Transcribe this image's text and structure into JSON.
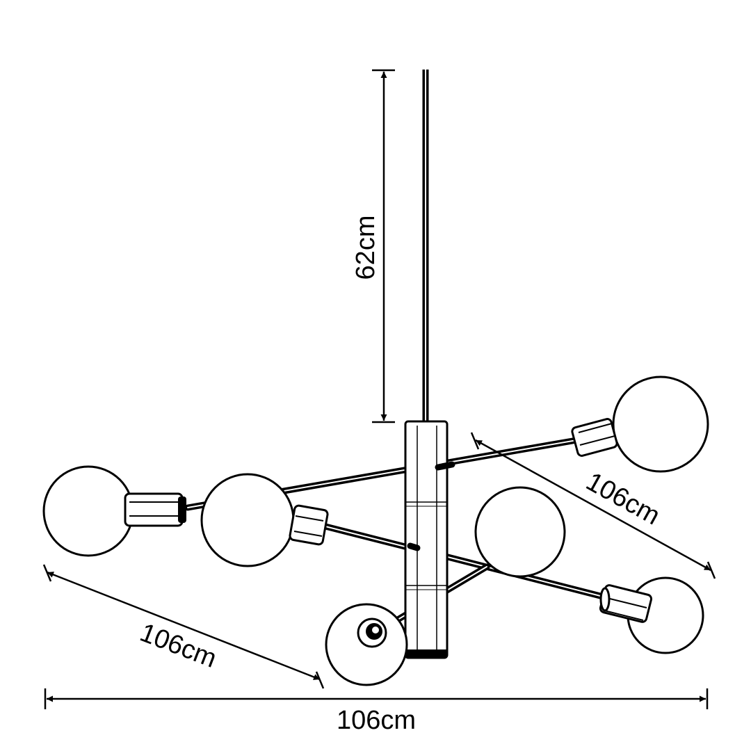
{
  "dimensions": {
    "drop_height": "62cm",
    "width_right_diagonal": "106cm",
    "width_left_diagonal": "106cm",
    "width_horizontal": "106cm"
  },
  "colors": {
    "line": "#000000",
    "globe_fill": "#ffffff",
    "background": "#ffffff"
  }
}
